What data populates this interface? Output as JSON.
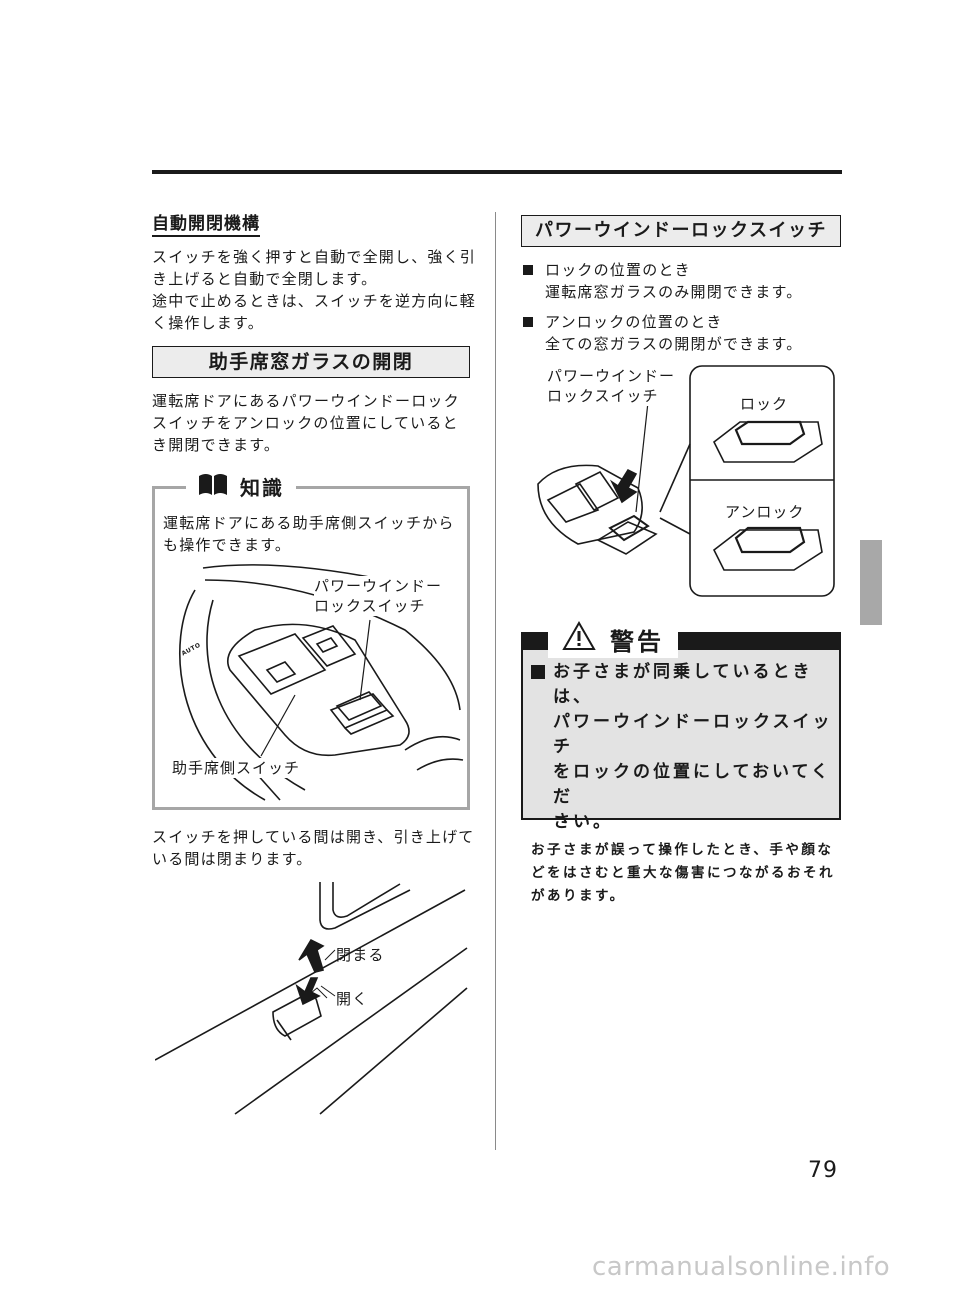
{
  "left": {
    "auto_section": {
      "heading": "自動開閉機構",
      "lines": [
        "スイッチを強く押すと自動で全開し、強く引",
        "き上げると自動で全閉します。",
        "途中で止めるときは、スイッチを逆方向に軽",
        "く操作します。"
      ]
    },
    "passenger_section": {
      "heading": "助手席窓ガラスの開閉",
      "lines": [
        "運転席ドアにあるパワーウインドーロック",
        "スイッチをアンロックの位置にしていると",
        "き開閉できます。"
      ]
    },
    "knowledge": {
      "label": "知識",
      "lines": [
        "運転席ドアにある助手席側スイッチから",
        "も操作できます。"
      ],
      "callout_lock_lines": [
        "パワーウインドー",
        "ロックスイッチ"
      ],
      "callout_passenger": "助手席側スイッチ",
      "auto_text": "AUTO"
    },
    "hold_text": [
      "スイッチを押している間は開き、引き上げて",
      "いる間は閉まります。"
    ],
    "close_label": "閉まる",
    "open_label": "開く"
  },
  "right": {
    "heading": "パワーウインドーロックスイッチ",
    "bullets": [
      {
        "title": "ロックの位置のとき",
        "desc": "運転席窓ガラスのみ開閉できます。"
      },
      {
        "title": "アンロックの位置のとき",
        "desc": "全ての窓ガラスの開閉ができます。"
      }
    ],
    "callout_lines": [
      "パワーウインドー",
      "ロックスイッチ"
    ],
    "lock_label": "ロック",
    "unlock_label": "アンロック",
    "warning": {
      "label": "警告",
      "strong_lines": [
        "お子さまが同乗しているときは、",
        "パワーウインドーロックスイッチ",
        "をロックの位置にしておいてくだ",
        "さい。"
      ],
      "detail_lines": [
        "お子さまが誤って操作したとき、手や顔な",
        "どをはさむと重大な傷害につながるおそれ",
        "があります。"
      ]
    }
  },
  "page_number": "79",
  "footer": "carmanualsonline.info"
}
